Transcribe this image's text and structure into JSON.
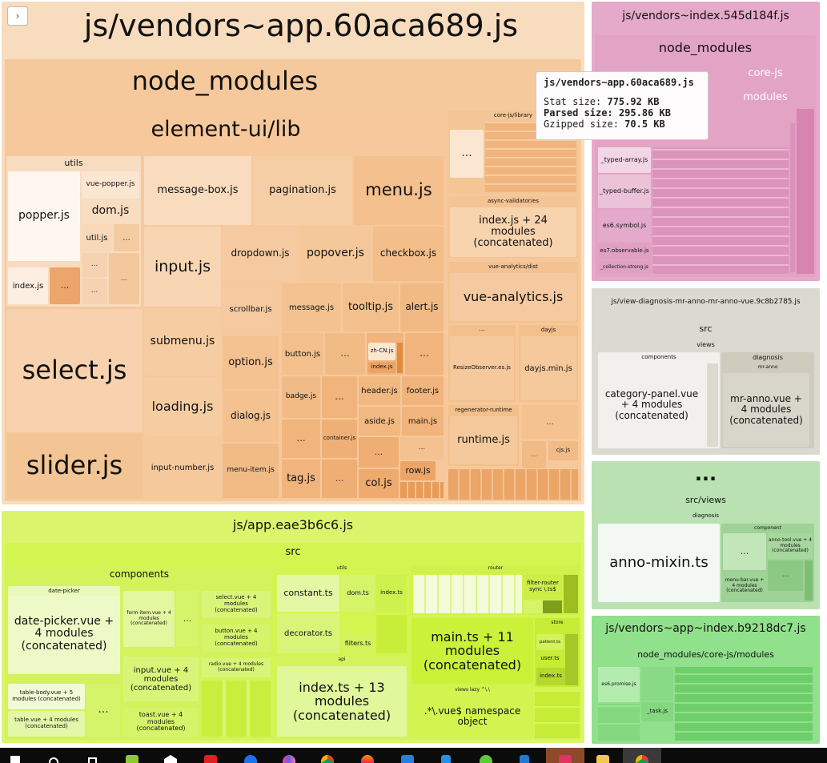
{
  "sidebar_toggle": {
    "icon": "chevron-right-icon",
    "glyph": "›"
  },
  "tooltip": {
    "title": "js/vendors~app.60aca689.js",
    "stat_label": "Stat size:",
    "stat_value": "775.92 KB",
    "parsed_label": "Parsed size:",
    "parsed_value": "295.86 KB",
    "gzip_label": "Gzipped size:",
    "gzip_value": "70.5 KB"
  },
  "colors": {
    "vendors_app": "#f6c89a",
    "vendors_index": "#e4a6c8",
    "view_diag": "#dcdad0",
    "dots_chunk": "#b8e0b0",
    "vendors_app_index": "#8ee08a",
    "app": "#d8f55a"
  },
  "vendors_app": {
    "title": "js/vendors~app.60aca689.js",
    "node_modules": "node_modules",
    "element_ui": "element-ui/lib",
    "utils": "utils",
    "files": [
      "popper.js",
      "vue-popper.js",
      "dom.js",
      "util.js",
      "index.js",
      "select.js",
      "slider.js",
      "message-box.js",
      "pagination.js",
      "menu.js",
      "input.js",
      "submenu.js",
      "loading.js",
      "input-number.js",
      "dropdown.js",
      "popover.js",
      "checkbox.js",
      "scrollbar.js",
      "message.js",
      "tooltip.js",
      "alert.js",
      "option.js",
      "button.js",
      "zh-CN.js",
      "index.js",
      "dialog.js",
      "badge.js",
      "header.js",
      "footer.js",
      "aside.js",
      "main.js",
      "container.js",
      "menu-item.js",
      "tag.js",
      "col.js",
      "row.js"
    ],
    "core_js": "core-js/library",
    "async_validator": "async-validator/es",
    "async_index": "index.js + 24 modules (concatenated)",
    "vue_analytics_dir": "vue-analytics/dist",
    "vue_analytics": "vue-analytics.js",
    "resize_observer": "ResizeObserver.es.js",
    "dayjs_dir": "dayjs",
    "dayjs": "dayjs.min.js",
    "regenerator": "regenerator-runtime",
    "runtime": "runtime.js",
    "cjs": "cjs.js",
    "ellipsis": "..."
  },
  "vendors_index": {
    "title": "js/vendors~index.545d184f.js",
    "node_modules": "node_modules",
    "core_js": "core-js",
    "modules": "modules",
    "files": [
      "_typed-array.js",
      "_typed-buffer.js",
      "es6.symbol.js",
      "es7.observable.js",
      "_collection-strong.js"
    ]
  },
  "view_diag": {
    "title": "js/view-diagnosis-mr-anno-mr-anno-vue.9c8b2785.js",
    "src": "src",
    "views": "views",
    "components": "components",
    "diagnosis": "diagnosis",
    "mr_anno": "mr-anno",
    "category_panel": "category-panel.vue + 4 modules (concatenated)",
    "mr_anno_vue": "mr-anno.vue + 4 modules (concatenated)"
  },
  "dots_chunk": {
    "title": "...",
    "src_views": "src/views",
    "diagnosis": "diagnosis",
    "component": "component",
    "anno_mixin": "anno-mixin.ts",
    "anno_tool": "anno-tool.vue + 4 modules (concatenated)",
    "menu_bar": "menu-bar.vue + 4 modules (concatenated)"
  },
  "vendors_app_index": {
    "title": "js/vendors~app~index.b9218dc7.js",
    "path": "node_modules/core-js/modules",
    "es6_promise": "es6.promise.js",
    "task": "_task.js"
  },
  "app": {
    "title": "js/app.eae3b6c6.js",
    "src": "src",
    "components": "components",
    "date_picker_dir": "date-picker",
    "date_picker": "date-picker.vue + 4 modules (concatenated)",
    "form_item": "form-item.vue + 4 modules (concatenated)",
    "select_vue": "select.vue + 4 modules (concatenated)",
    "button_vue": "button.vue + 4 modules (concatenated)",
    "radio_vue": "radio.vue + 4 modules (concatenated)",
    "input_vue": "input.vue + 4 modules (concatenated)",
    "toast_vue": "toast.vue + 4 modules (concatenated)",
    "table_body": "table-body.vue + 5 modules (concatenated)",
    "table_vue": "table.vue + 4 modules (concatenated)",
    "utils": "utils",
    "constant": "constant.ts",
    "dom": "dom.ts",
    "index_ts": "index.ts",
    "decorator": "decorator.ts",
    "filters": "filters.ts",
    "api": "api",
    "api_index": "index.ts + 13 modules (concatenated)",
    "router": "router",
    "filter_router": "filter-router sync \\.ts$",
    "main": "main.ts + 11 modules (concatenated)",
    "views_lazy": "views lazy ^\\.\\",
    "namespace": ".*\\.vue$ namespace object",
    "store": "store",
    "patient": "patient.ts",
    "user": "user.ts",
    "store_index": "index.ts"
  },
  "taskbar": {
    "icons": [
      "windows-start-icon",
      "search-icon",
      "task-view-icon",
      "app-green-icon",
      "mail-icon",
      "app-red-icon",
      "edge-icon",
      "photos-icon",
      "chrome-icon",
      "firefox-icon",
      "app-blue-icon",
      "download-icon",
      "wechat-icon",
      "vscode-icon",
      "intellij-icon",
      "folder-icon",
      "chrome-active-icon"
    ]
  }
}
